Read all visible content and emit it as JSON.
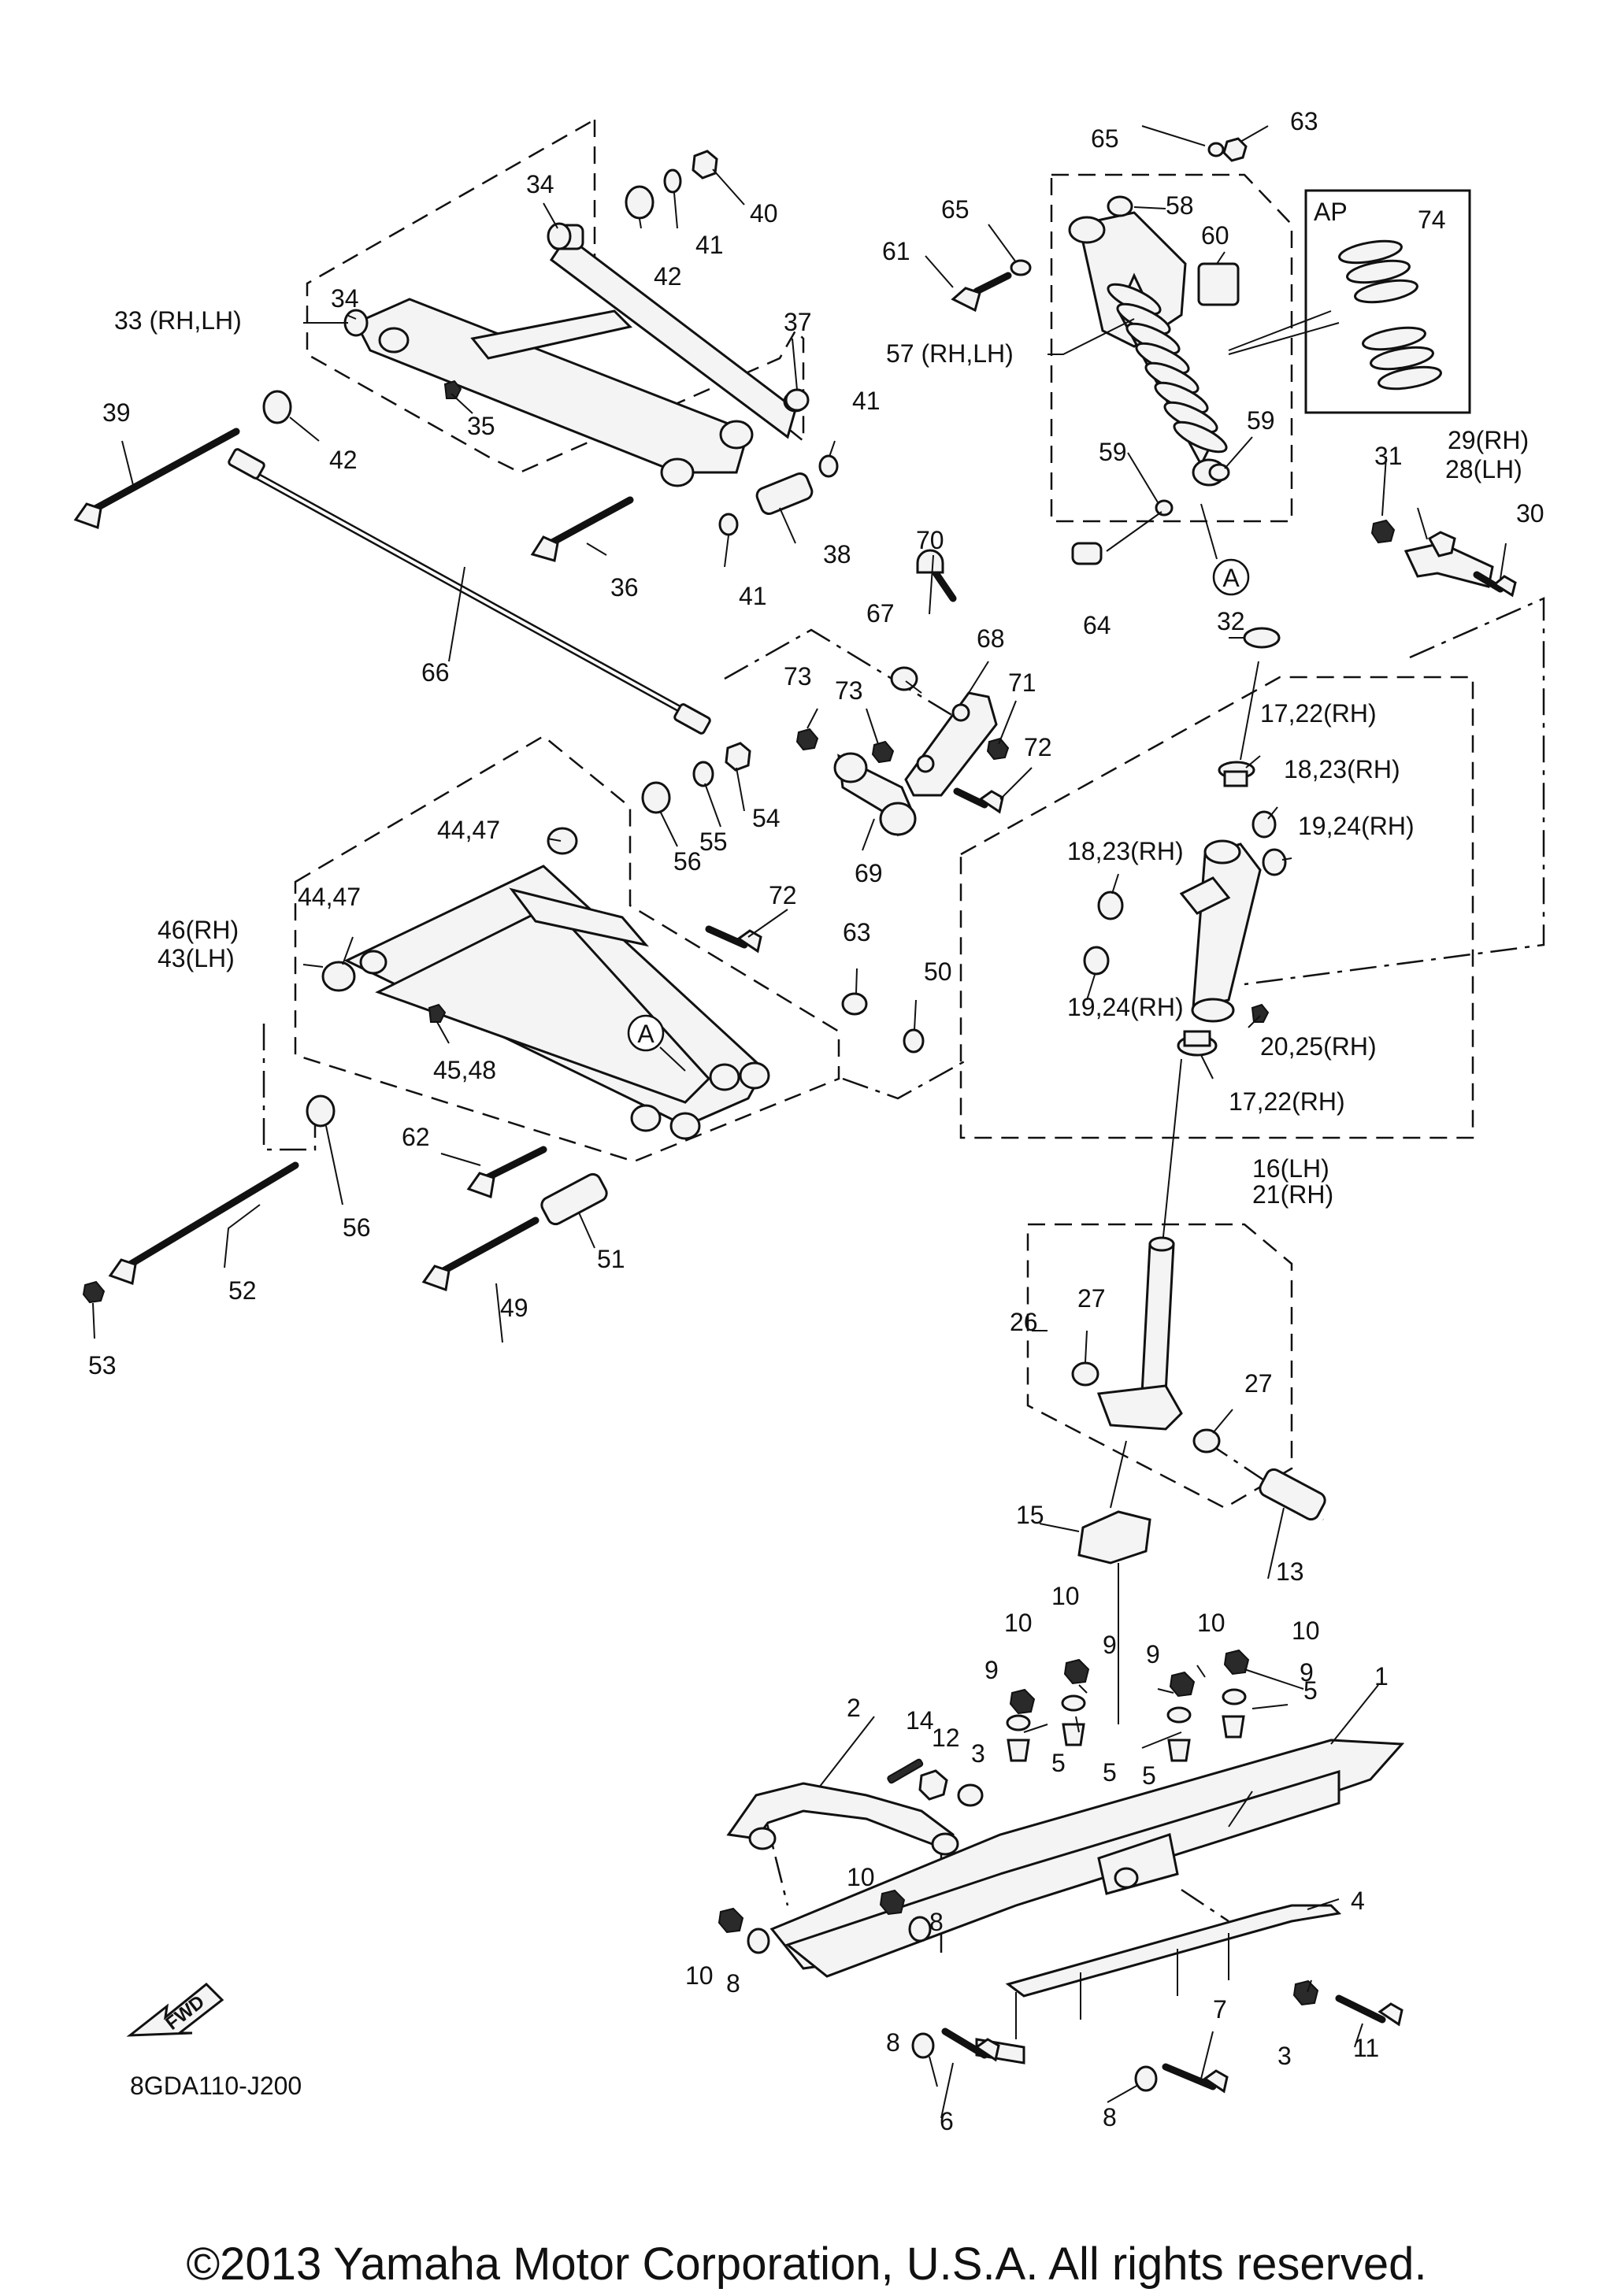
{
  "diagram": {
    "drawing_code": "8GDA110-J200",
    "copyright": "©2013 Yamaha Motor Corporation, U.S.A. All rights reserved.",
    "fwd_label": "FWD",
    "ap_label": "AP",
    "ref_mark": "A",
    "callouts": [
      {
        "id": "c1",
        "text": "1"
      },
      {
        "id": "c2",
        "text": "2"
      },
      {
        "id": "c3a",
        "text": "3"
      },
      {
        "id": "c3b",
        "text": "3"
      },
      {
        "id": "c4",
        "text": "4"
      },
      {
        "id": "c5a",
        "text": "5"
      },
      {
        "id": "c5b",
        "text": "5"
      },
      {
        "id": "c5c",
        "text": "5"
      },
      {
        "id": "c5d",
        "text": "5"
      },
      {
        "id": "c6",
        "text": "6"
      },
      {
        "id": "c7",
        "text": "7"
      },
      {
        "id": "c8a",
        "text": "8"
      },
      {
        "id": "c8b",
        "text": "8"
      },
      {
        "id": "c8c",
        "text": "8"
      },
      {
        "id": "c8d",
        "text": "8"
      },
      {
        "id": "c9a",
        "text": "9"
      },
      {
        "id": "c9b",
        "text": "9"
      },
      {
        "id": "c9c",
        "text": "9"
      },
      {
        "id": "c9d",
        "text": "9"
      },
      {
        "id": "c10a",
        "text": "10"
      },
      {
        "id": "c10b",
        "text": "10"
      },
      {
        "id": "c10c",
        "text": "10"
      },
      {
        "id": "c10d",
        "text": "10"
      },
      {
        "id": "c10e",
        "text": "10"
      },
      {
        "id": "c10f",
        "text": "10"
      },
      {
        "id": "c11",
        "text": "11"
      },
      {
        "id": "c12",
        "text": "12"
      },
      {
        "id": "c13",
        "text": "13"
      },
      {
        "id": "c14",
        "text": "14"
      },
      {
        "id": "c15",
        "text": "15"
      },
      {
        "id": "c16",
        "text": "16(LH)"
      },
      {
        "id": "c21",
        "text": "21(RH)"
      },
      {
        "id": "c17a",
        "text": "17,22(RH)"
      },
      {
        "id": "c17b",
        "text": "17,22(RH)"
      },
      {
        "id": "c18a",
        "text": "18,23(RH)"
      },
      {
        "id": "c18b",
        "text": "18,23(RH)"
      },
      {
        "id": "c19a",
        "text": "19,24(RH)"
      },
      {
        "id": "c19b",
        "text": "19,24(RH)"
      },
      {
        "id": "c20",
        "text": "20,25(RH)"
      },
      {
        "id": "c26",
        "text": "26"
      },
      {
        "id": "c27a",
        "text": "27"
      },
      {
        "id": "c27b",
        "text": "27"
      },
      {
        "id": "c28",
        "text": "28(LH)"
      },
      {
        "id": "c29",
        "text": "29(RH)"
      },
      {
        "id": "c30",
        "text": "30"
      },
      {
        "id": "c31",
        "text": "31"
      },
      {
        "id": "c32",
        "text": "32"
      },
      {
        "id": "c33",
        "text": "33 (RH,LH)"
      },
      {
        "id": "c34a",
        "text": "34"
      },
      {
        "id": "c34b",
        "text": "34"
      },
      {
        "id": "c35",
        "text": "35"
      },
      {
        "id": "c36",
        "text": "36"
      },
      {
        "id": "c37",
        "text": "37"
      },
      {
        "id": "c38",
        "text": "38"
      },
      {
        "id": "c39",
        "text": "39"
      },
      {
        "id": "c40",
        "text": "40"
      },
      {
        "id": "c41a",
        "text": "41"
      },
      {
        "id": "c41b",
        "text": "41"
      },
      {
        "id": "c41c",
        "text": "41"
      },
      {
        "id": "c42a",
        "text": "42"
      },
      {
        "id": "c42b",
        "text": "42"
      },
      {
        "id": "c44a",
        "text": "44,47"
      },
      {
        "id": "c44b",
        "text": "44,47"
      },
      {
        "id": "c45",
        "text": "45,48"
      },
      {
        "id": "c46",
        "text": "46(RH)"
      },
      {
        "id": "c43",
        "text": "43(LH)"
      },
      {
        "id": "c49",
        "text": "49"
      },
      {
        "id": "c50",
        "text": "50"
      },
      {
        "id": "c51",
        "text": "51"
      },
      {
        "id": "c52",
        "text": "52"
      },
      {
        "id": "c53",
        "text": "53"
      },
      {
        "id": "c54",
        "text": "54"
      },
      {
        "id": "c55",
        "text": "55"
      },
      {
        "id": "c56a",
        "text": "56"
      },
      {
        "id": "c56b",
        "text": "56"
      },
      {
        "id": "c57",
        "text": "57 (RH,LH)"
      },
      {
        "id": "c58",
        "text": "58"
      },
      {
        "id": "c59a",
        "text": "59"
      },
      {
        "id": "c59b",
        "text": "59"
      },
      {
        "id": "c60",
        "text": "60"
      },
      {
        "id": "c61",
        "text": "61"
      },
      {
        "id": "c62",
        "text": "62"
      },
      {
        "id": "c63a",
        "text": "63"
      },
      {
        "id": "c63b",
        "text": "63"
      },
      {
        "id": "c64",
        "text": "64"
      },
      {
        "id": "c65a",
        "text": "65"
      },
      {
        "id": "c65b",
        "text": "65"
      },
      {
        "id": "c66",
        "text": "66"
      },
      {
        "id": "c67",
        "text": "67"
      },
      {
        "id": "c68",
        "text": "68"
      },
      {
        "id": "c69",
        "text": "69"
      },
      {
        "id": "c70",
        "text": "70"
      },
      {
        "id": "c71",
        "text": "71"
      },
      {
        "id": "c72a",
        "text": "72"
      },
      {
        "id": "c72b",
        "text": "72"
      },
      {
        "id": "c73a",
        "text": "73"
      },
      {
        "id": "c73b",
        "text": "73"
      },
      {
        "id": "c74",
        "text": "74"
      }
    ]
  }
}
